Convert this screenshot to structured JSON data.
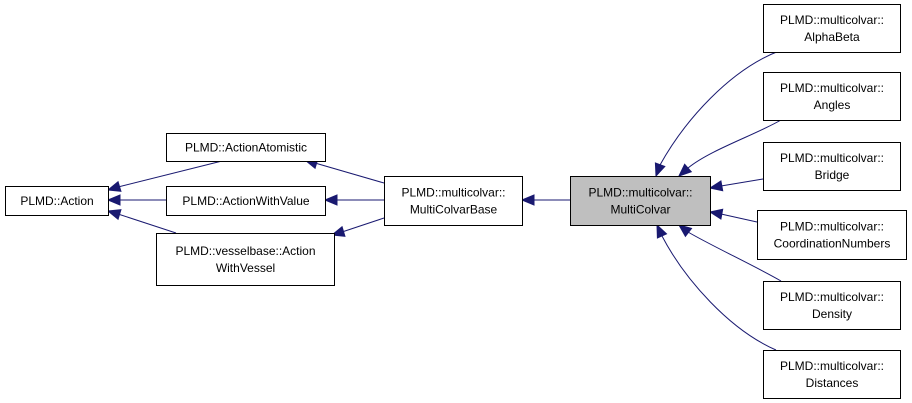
{
  "diagram": {
    "type": "class-inheritance-graph",
    "colors": {
      "edge": "#191970",
      "current_node_fill": "#bfbfbf",
      "node_fill": "#ffffff",
      "node_border": "#000000"
    },
    "nodes": [
      {
        "id": "action",
        "lines": [
          "PLMD::Action"
        ],
        "current": false
      },
      {
        "id": "action-atomistic",
        "lines": [
          "PLMD::ActionAtomistic"
        ],
        "current": false
      },
      {
        "id": "action-with-value",
        "lines": [
          "PLMD::ActionWithValue"
        ],
        "current": false
      },
      {
        "id": "action-with-vessel",
        "lines": [
          "PLMD::vesselbase::Action",
          "WithVessel"
        ],
        "current": false
      },
      {
        "id": "multicolvar-base",
        "lines": [
          "PLMD::multicolvar::",
          "MultiColvarBase"
        ],
        "current": false
      },
      {
        "id": "multicolvar",
        "lines": [
          "PLMD::multicolvar::",
          "MultiColvar"
        ],
        "current": true
      },
      {
        "id": "alphabeta",
        "lines": [
          "PLMD::multicolvar::",
          "AlphaBeta"
        ],
        "current": false
      },
      {
        "id": "angles",
        "lines": [
          "PLMD::multicolvar::",
          "Angles"
        ],
        "current": false
      },
      {
        "id": "bridge",
        "lines": [
          "PLMD::multicolvar::",
          "Bridge"
        ],
        "current": false
      },
      {
        "id": "coordination-numbers",
        "lines": [
          "PLMD::multicolvar::",
          "CoordinationNumbers"
        ],
        "current": false
      },
      {
        "id": "density",
        "lines": [
          "PLMD::multicolvar::",
          "Density"
        ],
        "current": false
      },
      {
        "id": "distances",
        "lines": [
          "PLMD::multicolvar::",
          "Distances"
        ],
        "current": false
      }
    ],
    "edges": [
      {
        "from": "action-atomistic",
        "to": "action"
      },
      {
        "from": "action-with-value",
        "to": "action"
      },
      {
        "from": "action-with-vessel",
        "to": "action"
      },
      {
        "from": "multicolvar-base",
        "to": "action-atomistic"
      },
      {
        "from": "multicolvar-base",
        "to": "action-with-value"
      },
      {
        "from": "multicolvar-base",
        "to": "action-with-vessel"
      },
      {
        "from": "multicolvar",
        "to": "multicolvar-base"
      },
      {
        "from": "alphabeta",
        "to": "multicolvar"
      },
      {
        "from": "angles",
        "to": "multicolvar"
      },
      {
        "from": "bridge",
        "to": "multicolvar"
      },
      {
        "from": "coordination-numbers",
        "to": "multicolvar"
      },
      {
        "from": "density",
        "to": "multicolvar"
      },
      {
        "from": "distances",
        "to": "multicolvar"
      }
    ]
  }
}
